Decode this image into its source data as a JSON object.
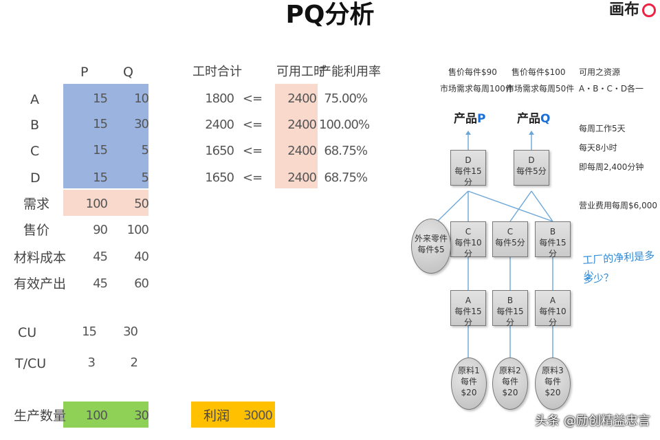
{
  "title": "PQ分析",
  "logo": "画布",
  "table": {
    "col_p": "P",
    "col_q": "Q",
    "rows": [
      {
        "label": "A",
        "p": "15",
        "q": "10"
      },
      {
        "label": "B",
        "p": "15",
        "q": "30"
      },
      {
        "label": "C",
        "p": "15",
        "q": "5"
      },
      {
        "label": "D",
        "p": "15",
        "q": "5"
      },
      {
        "label": "需求",
        "p": "100",
        "q": "50"
      },
      {
        "label": "售价",
        "p": "90",
        "q": "100"
      },
      {
        "label": "材料成本",
        "p": "45",
        "q": "40"
      },
      {
        "label": "有效产出",
        "p": "45",
        "q": "60"
      }
    ],
    "cu": {
      "label": "CU",
      "p": "15",
      "q": "30"
    },
    "tcu": {
      "label": "T/CU",
      "p": "3",
      "q": "2"
    },
    "production": {
      "label": "生产数量",
      "p": "100",
      "q": "30"
    }
  },
  "capacity": {
    "h_hours": "工时合计",
    "h_avail": "可用工时",
    "h_util": "产能利用率",
    "rows": [
      {
        "hours": "1800",
        "op": "<=",
        "avail": "2400",
        "util": "75.00%"
      },
      {
        "hours": "2400",
        "op": "<=",
        "avail": "2400",
        "util": "100.00%"
      },
      {
        "hours": "1650",
        "op": "<=",
        "avail": "2400",
        "util": "68.75%"
      },
      {
        "hours": "1650",
        "op": "<=",
        "avail": "2400",
        "util": "68.75%"
      }
    ]
  },
  "profit": {
    "label": "利润",
    "value": "3000"
  },
  "diagram": {
    "p_note1": "售价每件$90",
    "p_note2": "市场需求每周100件",
    "q_note1": "售价每件$100",
    "q_note2": "市场需求每周50件",
    "resources_1": "可用之资源",
    "resources_2": "A・B・C・D各一",
    "prod_p_prefix": "产品",
    "prod_p_letter": "P",
    "prod_q_prefix": "产品",
    "prod_q_letter": "Q",
    "work_1": "每周工作5天",
    "work_2": "每天8小时",
    "work_3": "即每周2,400分钟",
    "opex": "营业费用每周$6,000",
    "question_1": "工厂的净利是多少",
    "question_2": "多少？",
    "boxes": [
      {
        "name": "D",
        "time": "每件15分"
      },
      {
        "name": "D",
        "time": "每件5分"
      },
      {
        "name": "C",
        "time": "每件10分"
      },
      {
        "name": "C",
        "time": "每件5分"
      },
      {
        "name": "B",
        "time": "每件15分"
      },
      {
        "name": "A",
        "time": "每件15分"
      },
      {
        "name": "B",
        "time": "每件15分"
      },
      {
        "name": "A",
        "time": "每件10分"
      }
    ],
    "purchased": {
      "l1": "外来零件",
      "l2": "每件$5"
    },
    "materials": [
      {
        "l1": "原料1",
        "l2": "每件",
        "l3": "$20"
      },
      {
        "l1": "原料2",
        "l2": "每件",
        "l3": "$20"
      },
      {
        "l1": "原料3",
        "l2": "每件",
        "l3": "$20"
      }
    ]
  },
  "watermark": "头条 @励创精益忠言"
}
